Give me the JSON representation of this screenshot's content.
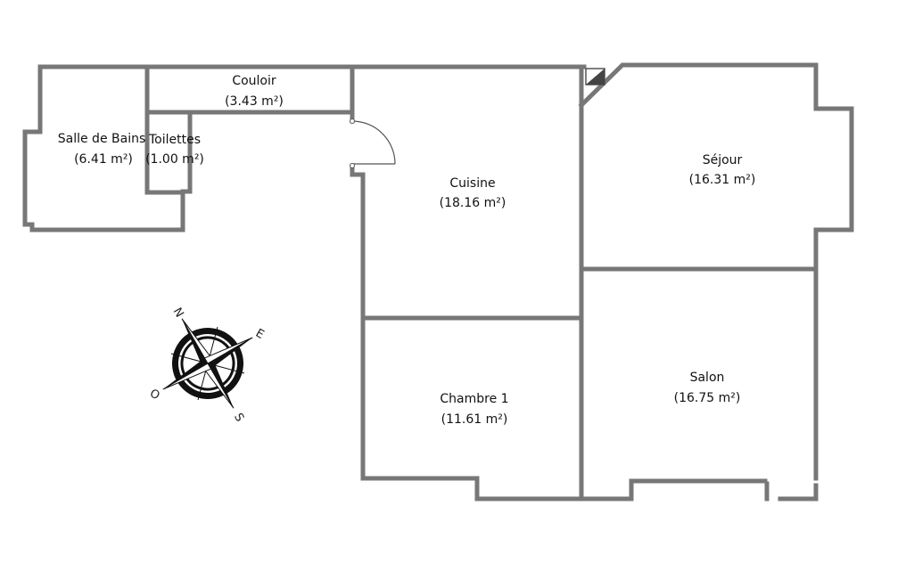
{
  "rooms": [
    {
      "id": "couloir",
      "name": "Couloir",
      "area": "(3.43 m²)"
    },
    {
      "id": "salle-de-bains",
      "name": "Salle de Bains",
      "area": "(6.41 m²)"
    },
    {
      "id": "toilettes",
      "name": "Toilettes",
      "area": "(1.00 m²)"
    },
    {
      "id": "cuisine",
      "name": "Cuisine",
      "area": "(18.16 m²)"
    },
    {
      "id": "sejour",
      "name": "Séjour",
      "area": "(16.31 m²)"
    },
    {
      "id": "chambre-1",
      "name": "Chambre 1",
      "area": "(11.61 m²)"
    },
    {
      "id": "salon",
      "name": "Salon",
      "area": "(16.75 m²)"
    }
  ],
  "compass": {
    "north": "N",
    "south": "S",
    "east": "E",
    "west": "O"
  }
}
